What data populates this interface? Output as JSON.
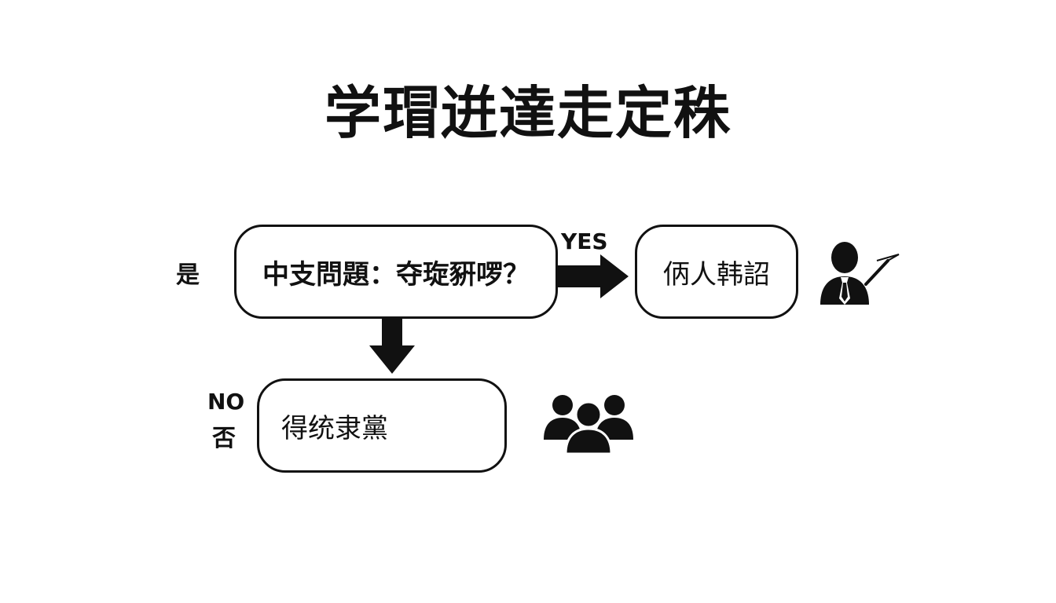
{
  "title": "学瑁逬達走定秼",
  "question": {
    "text": "中支問題：夺琁豣啰？"
  },
  "yes_branch": {
    "label": "YES",
    "text": "㑂人韩詔",
    "icon": "teacher-with-pointer-icon"
  },
  "no_branch": {
    "label": "NO",
    "text": "得统隶黨",
    "icon": "group-of-people-icon"
  },
  "left_label": "是",
  "no_sub_label": "否",
  "colors": {
    "stroke": "#111111",
    "background": "#ffffff"
  }
}
